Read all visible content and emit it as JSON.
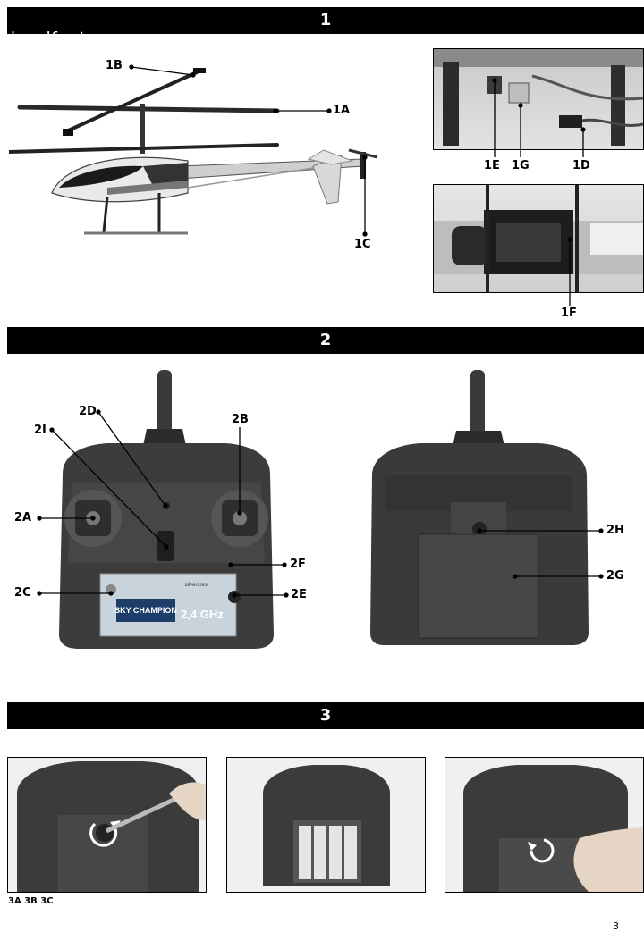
{
  "watermark": "hardfootsy",
  "sections": [
    {
      "number": "1"
    },
    {
      "number": "2"
    },
    {
      "number": "3"
    }
  ],
  "labels": {
    "s1": {
      "1A": "1A",
      "1B": "1B",
      "1C": "1C",
      "1D": "1D",
      "1E": "1E",
      "1F": "1F",
      "1G": "1G"
    },
    "s2": {
      "2A": "2A",
      "2B": "2B",
      "2C": "2C",
      "2D": "2D",
      "2E": "2E",
      "2F": "2F",
      "2G": "2G",
      "2H": "2H",
      "2I": "2I"
    }
  },
  "product": {
    "brand": "SKY CHAMPION",
    "band": "2,4 GHz",
    "small": "silvercrest"
  },
  "caption": "3A 3B 3C",
  "page_number": "3"
}
